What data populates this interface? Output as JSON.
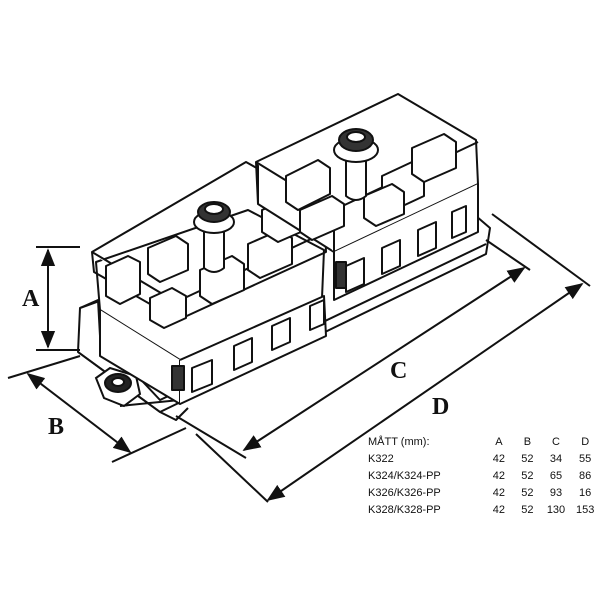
{
  "labels": {
    "a": "A",
    "b": "B",
    "c": "C",
    "d": "D"
  },
  "table": {
    "title": "MÅTT (mm):",
    "columns": [
      "A",
      "B",
      "C",
      "D"
    ],
    "rows": [
      {
        "name": "K322",
        "values": [
          "42",
          "52",
          "34",
          "55"
        ]
      },
      {
        "name": "K324/K324-PP",
        "values": [
          "42",
          "52",
          "65",
          "86"
        ]
      },
      {
        "name": "K326/K326-PP",
        "values": [
          "42",
          "52",
          "93",
          "16"
        ]
      },
      {
        "name": "K328/K328-PP",
        "values": [
          "42",
          "52",
          "130",
          "153"
        ]
      }
    ]
  }
}
